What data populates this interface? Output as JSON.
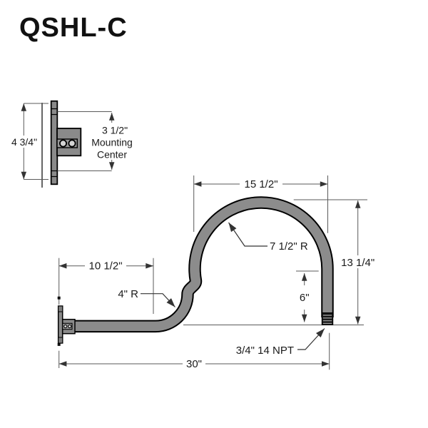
{
  "title": "QSHL-C",
  "colors": {
    "tube_fill": "#8c8c8c",
    "outline": "#000000",
    "dim_line": "#5a5a5a",
    "leader_line": "#333333",
    "plate_fill": "#8a8a8a",
    "text": "#1a1a1a"
  },
  "detail_view": {
    "plate_height_label": "4 3/4\"",
    "mounting_center_line1": "3 1/2\"",
    "mounting_center_line2": "Mounting",
    "mounting_center_line3": "Center"
  },
  "main_view": {
    "top_width_label": "15 1/2\"",
    "large_radius_label": "7 1/2\" R",
    "overall_height_label": "13 1/4\"",
    "arm_reach_label": "10 1/2\"",
    "small_radius_label": "4\" R",
    "straight_drop_label": "6\"",
    "thread_label": "3/4\" 14 NPT",
    "overall_width_label": "30\""
  }
}
